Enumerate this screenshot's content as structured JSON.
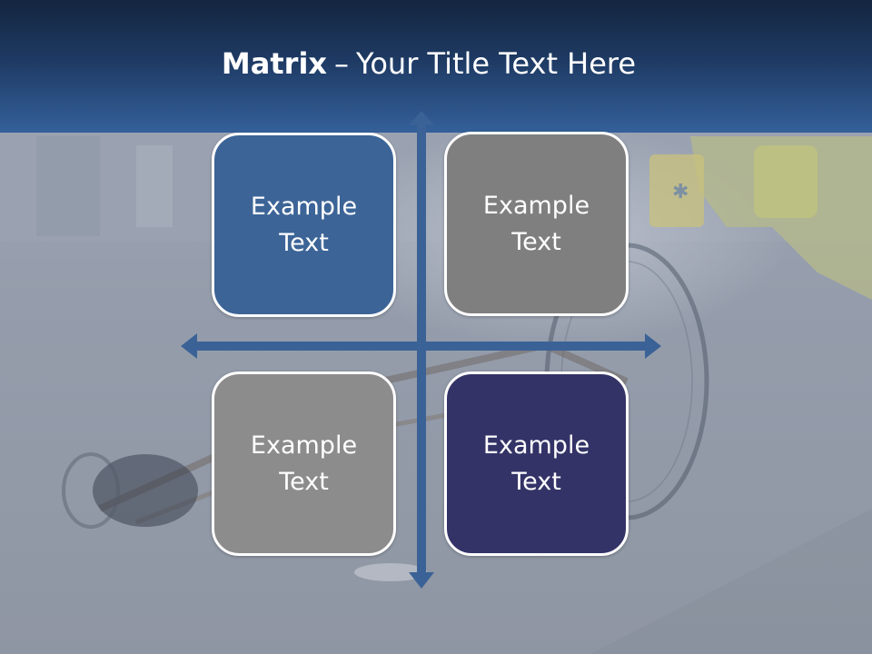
{
  "slide": {
    "title_bold": "Matrix",
    "title_separator": "–",
    "title_rest": "Your Title Text Here"
  },
  "colors": {
    "header_dark": "#14253f",
    "header_light": "#34609a",
    "axis": "#3a6296",
    "tile_border": "#ffffff",
    "tile_text": "#ffffff"
  },
  "matrix": {
    "cells": [
      {
        "position": "top-left",
        "label": "Example Text",
        "color": "#3c6497"
      },
      {
        "position": "top-right",
        "label": "Example Text",
        "color": "#7f7f7f"
      },
      {
        "position": "bottom-left",
        "label": "Example Text",
        "color": "#8c8c8c"
      },
      {
        "position": "bottom-right",
        "label": "Example Text",
        "color": "#333367"
      }
    ]
  }
}
